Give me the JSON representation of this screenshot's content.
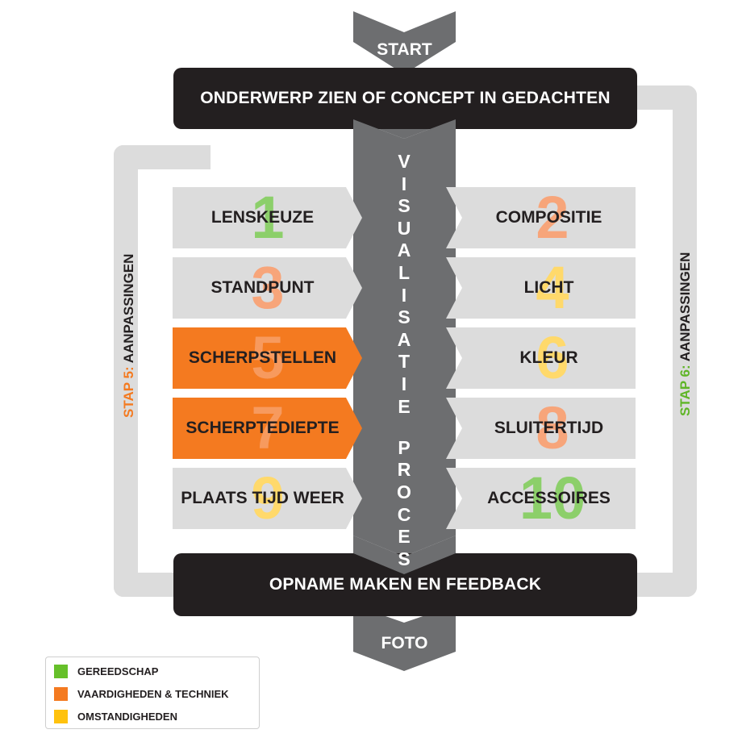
{
  "start_label": "START",
  "foto_label": "FOTO",
  "top_bar": "ONDERWERP ZIEN OF CONCEPT IN GEDACHTEN",
  "bottom_bar": "OPNAME MAKEN EN FEEDBACK",
  "center_word_1": "VISUALISATIE",
  "center_word_2": "PROCES",
  "loop_left": {
    "prefix": "STAP 5:",
    "text": " AANPASSINGEN",
    "prefix_color": "#f47a20"
  },
  "loop_right": {
    "prefix": "STAP 6:",
    "text": " AANPASSINGEN",
    "prefix_color": "#5fb526"
  },
  "colors": {
    "gereedschap": "#66c02a",
    "vaardigheden": "#f47a20",
    "omstandigheden": "#ffc20e",
    "box_grey": "#dcdcdc",
    "dark": "#231f20",
    "center_grey": "#6d6e70"
  },
  "steps": [
    {
      "num": "1",
      "label": "LENSKEUZE",
      "category": "gereedschap",
      "highlight": false
    },
    {
      "num": "2",
      "label": "COMPOSITIE",
      "category": "vaardigheden",
      "highlight": false
    },
    {
      "num": "3",
      "label": "STANDPUNT",
      "category": "vaardigheden",
      "highlight": false
    },
    {
      "num": "4",
      "label": "LICHT",
      "category": "omstandigheden",
      "highlight": false
    },
    {
      "num": "5",
      "label": "SCHERPSTELLEN",
      "category": "vaardigheden",
      "highlight": true
    },
    {
      "num": "6",
      "label": "KLEUR",
      "category": "omstandigheden",
      "highlight": false
    },
    {
      "num": "7",
      "label": "SCHERPTEDIEPTE",
      "category": "vaardigheden",
      "highlight": true
    },
    {
      "num": "8",
      "label": "SLUITERTIJD",
      "category": "vaardigheden",
      "highlight": false
    },
    {
      "num": "9",
      "label": "PLAATS TIJD WEER",
      "category": "omstandigheden",
      "highlight": false
    },
    {
      "num": "10",
      "label": "ACCESSOIRES",
      "category": "gereedschap",
      "highlight": false
    }
  ],
  "legend": [
    {
      "label": "GEREEDSCHAP",
      "category": "gereedschap"
    },
    {
      "label": "VAARDIGHEDEN & TECHNIEK",
      "category": "vaardigheden"
    },
    {
      "label": "OMSTANDIGHEDEN",
      "category": "omstandigheden"
    }
  ]
}
